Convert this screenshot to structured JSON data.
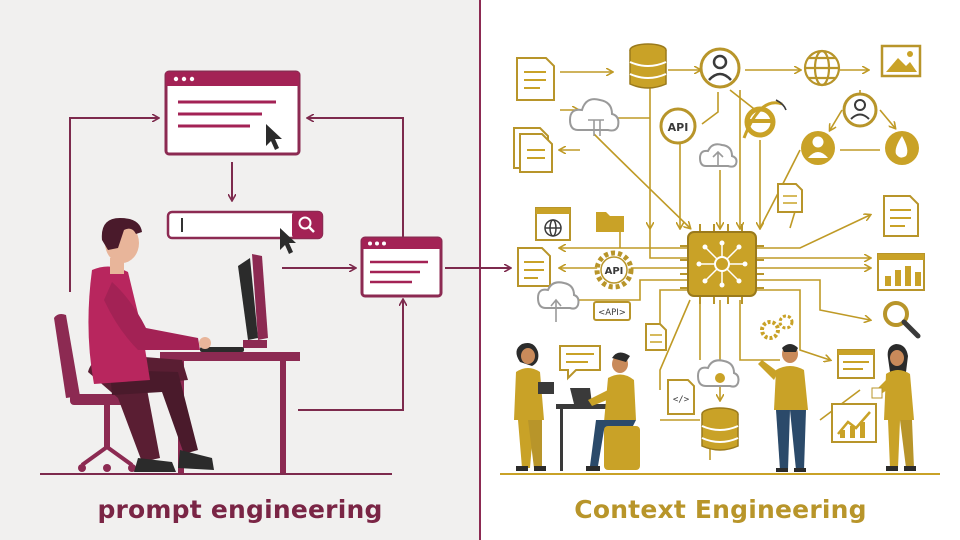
{
  "left": {
    "caption": "prompt engineering",
    "accent_color": "#a32255",
    "line_color": "#7d2a4d"
  },
  "right": {
    "caption": "Context Engineering",
    "accent_color": "#c9a227",
    "line_color": "#bf9a26"
  },
  "divider_color": "#8c2a52",
  "labels": {
    "api_badge_top": "API",
    "api_badge_gear": "API",
    "api_tag": "<API>",
    "code_doc": "</>"
  },
  "icons": [
    "browser-window-icon",
    "search-icon",
    "cursor-icon",
    "database-icon",
    "user-icon",
    "globe-icon",
    "image-icon",
    "cloud-icon",
    "document-icon",
    "internet-explorer-icon",
    "water-drop-icon",
    "folder-icon",
    "gear-icon",
    "bar-chart-icon",
    "magnifier-icon",
    "chip-icon"
  ]
}
